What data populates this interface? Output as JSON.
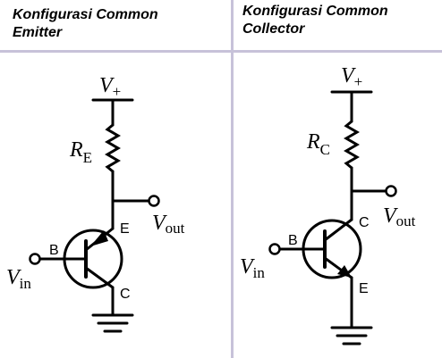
{
  "panels": {
    "left": {
      "title_line1": "Konfigurasi Common",
      "title_line2": "Emitter",
      "supply": {
        "main": "V",
        "sub": "+"
      },
      "resistor": {
        "main": "R",
        "sub": "E"
      },
      "output": {
        "main": "V",
        "sub": "out"
      },
      "input": {
        "main": "V",
        "sub": "in"
      },
      "pins": {
        "base": "B",
        "emitter": "E",
        "collector": "C"
      }
    },
    "right": {
      "title_line1": "Konfigurasi Common",
      "title_line2": "Collector",
      "supply": {
        "main": "V",
        "sub": "+"
      },
      "resistor": {
        "main": "R",
        "sub": "C"
      },
      "output": {
        "main": "V",
        "sub": "out"
      },
      "input": {
        "main": "V",
        "sub": "in"
      },
      "pins": {
        "base": "B",
        "collector": "C",
        "emitter": "E"
      }
    }
  },
  "colors": {
    "separator": "#c7c2d9",
    "ink": "#000000"
  }
}
